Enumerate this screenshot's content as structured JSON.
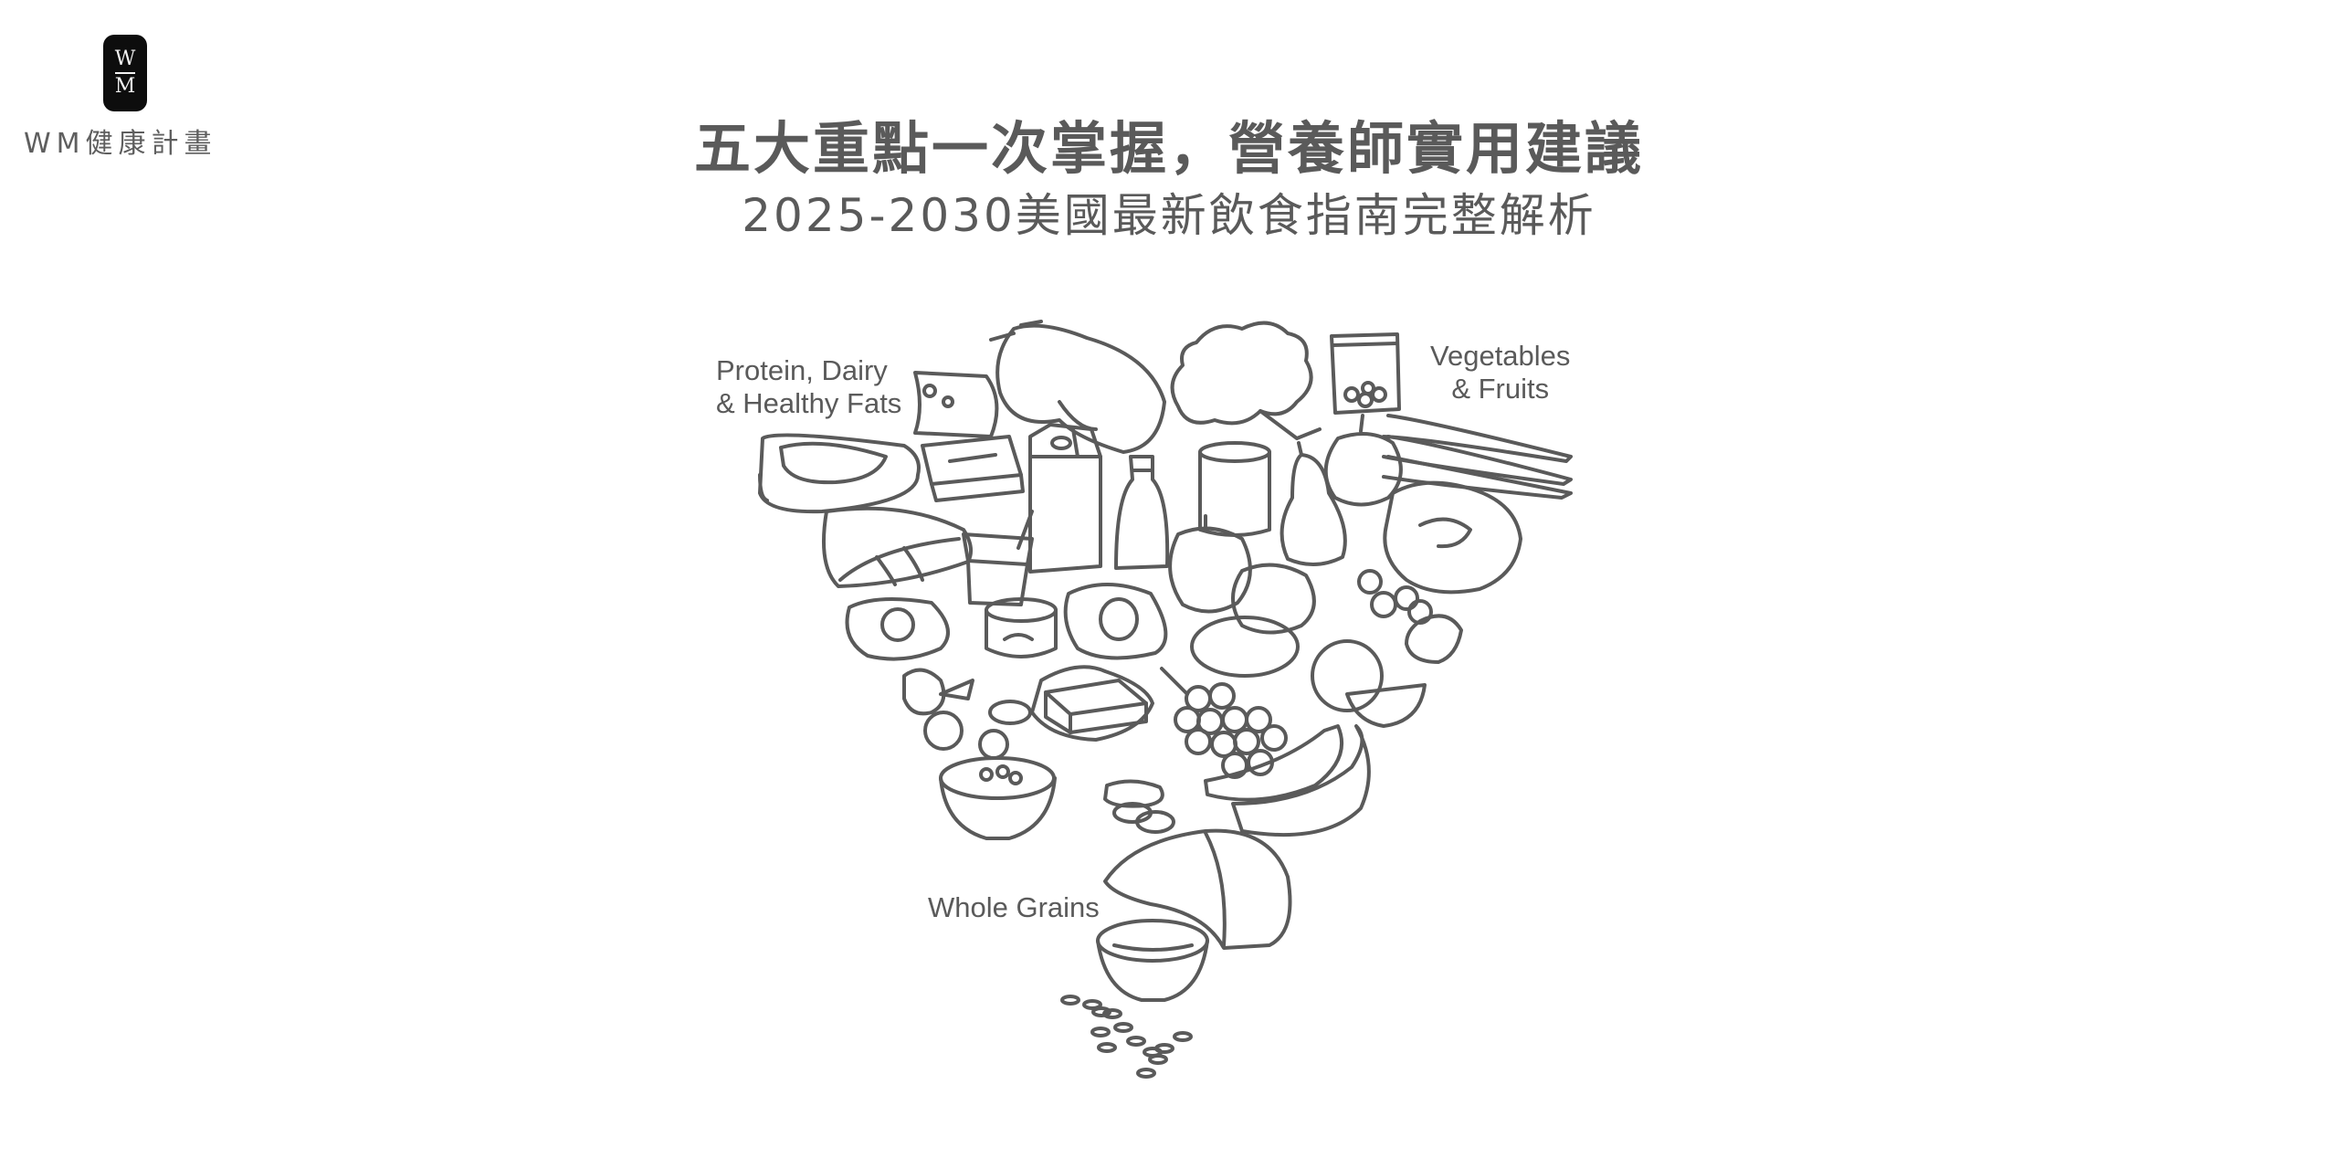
{
  "brand": {
    "logo_top": "W",
    "logo_bottom": "M",
    "name": "WM健康計畫"
  },
  "header": {
    "title": "五大重點一次掌握，營養師實用建議",
    "subtitle": "2025-2030美國最新飲食指南完整解析"
  },
  "illustration": {
    "labels": {
      "protein_line1": "Protein, Dairy",
      "protein_line2": "& Healthy Fats",
      "veg_line1": "Vegetables",
      "veg_line2": "& Fruits",
      "grains": "Whole Grains"
    },
    "line_color": "#5a5a5a",
    "groups": [
      {
        "name": "protein-dairy-fats",
        "items": [
          "steak",
          "cheese",
          "chicken",
          "butter-dish",
          "milk-carton",
          "salmon",
          "yogurt",
          "olive-oil",
          "egg",
          "canned-fish",
          "avocado",
          "shrimp",
          "nuts",
          "butter"
        ]
      },
      {
        "name": "vegetables-fruits",
        "items": [
          "broccoli",
          "frozen-veg-bag",
          "carrots",
          "canned-food",
          "pear",
          "apple",
          "lettuce",
          "cherries",
          "potato",
          "strawberry",
          "orange",
          "grapes",
          "banana"
        ]
      },
      {
        "name": "whole-grains",
        "items": [
          "oatmeal-bowl",
          "beans",
          "bread",
          "rice-bowl",
          "grains"
        ]
      }
    ]
  }
}
